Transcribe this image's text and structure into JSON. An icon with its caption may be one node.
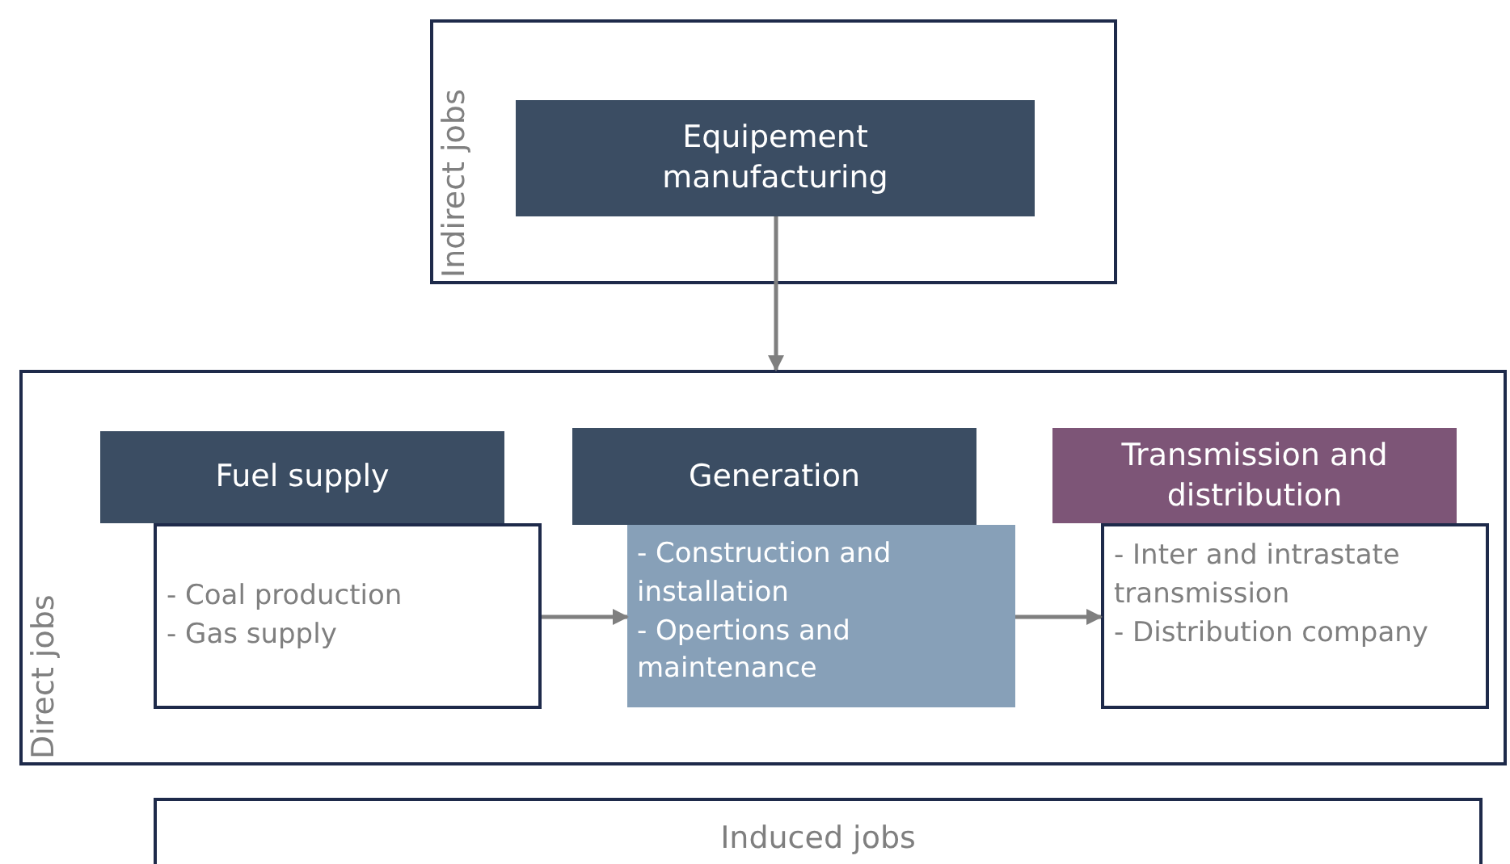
{
  "diagram": {
    "nodes": [
      {
        "text": [
          "Indirect jobs"
        ]
      },
      {
        "text": [
          "Equipement manufacturing"
        ],
        "in": 0
      },
      {
        "text": [
          "Direct jobs"
        ]
      },
      {
        "text": [
          "Fuel supply"
        ],
        "in": 2
      },
      {
        "text": [
          "- Coal production",
          "- Gas supply"
        ],
        "in": 2
      },
      {
        "text": [
          "Generation"
        ],
        "in": 2
      },
      {
        "text": [
          "- Construction and installation",
          "- Opertions and maintenance"
        ],
        "in": 2
      },
      {
        "text": [
          "Transmission and distribution"
        ],
        "in": 2
      },
      {
        "text": [
          "- Inter and intrastate transmission",
          "- Distribution company"
        ],
        "in": 2
      },
      {
        "text": [
          "Induced jobs"
        ]
      }
    ],
    "edges": [
      {
        "from": 1,
        "to": 2,
        "arrow": "to"
      },
      {
        "from": 4,
        "to": 6,
        "arrow": "to"
      },
      {
        "from": 6,
        "to": 8,
        "arrow": "to"
      }
    ]
  }
}
